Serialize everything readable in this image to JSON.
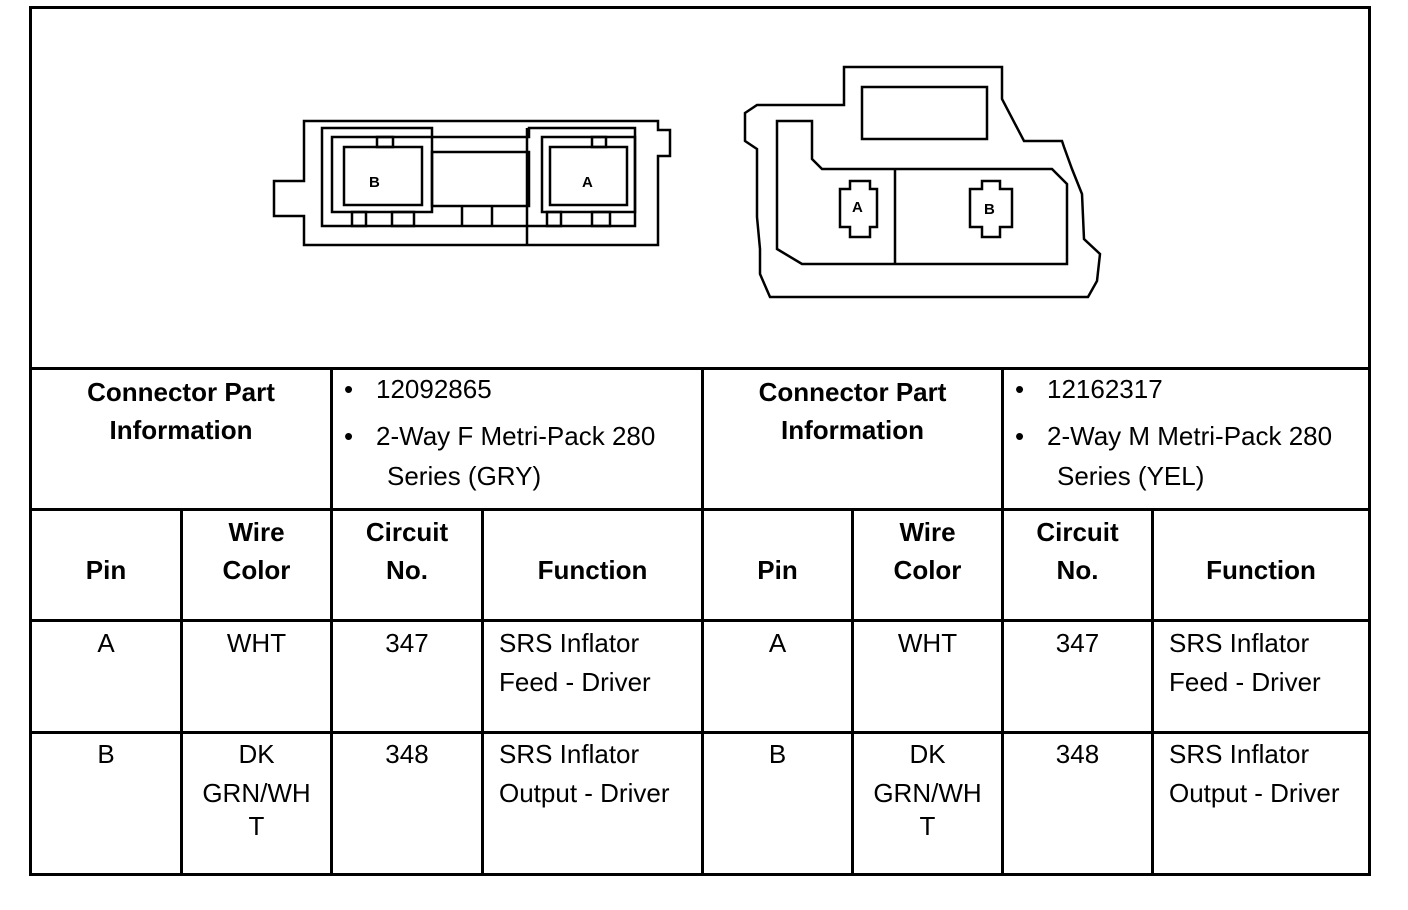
{
  "connectors": [
    {
      "part_info_label": "Connector Part Information",
      "part_number": "12092865",
      "description_line1": "2-Way F Metri-Pack 280",
      "description_line2": "Series (GRY)",
      "pin_labels": [
        "B",
        "A"
      ]
    },
    {
      "part_info_label": "Connector Part Information",
      "part_number": "12162317",
      "description_line1": "2-Way M Metri-Pack 280",
      "description_line2": "Series (YEL)",
      "pin_labels": [
        "A",
        "B"
      ]
    }
  ],
  "headers": {
    "pin": "Pin",
    "wire_color_1": "Wire",
    "wire_color_2": "Color",
    "circuit_1": "Circuit",
    "circuit_2": "No.",
    "function": "Function"
  },
  "rows": [
    {
      "pin": "A",
      "wire1": "WHT",
      "wire2": "",
      "wire3": "",
      "circuit": "347",
      "func1": "SRS Inflator",
      "func2": "Feed - Driver"
    },
    {
      "pin": "B",
      "wire1": "DK",
      "wire2": "GRN/WH",
      "wire3": "T",
      "circuit": "348",
      "func1": "SRS Inflator",
      "func2": "Output - Driver"
    }
  ],
  "bullet": "•"
}
